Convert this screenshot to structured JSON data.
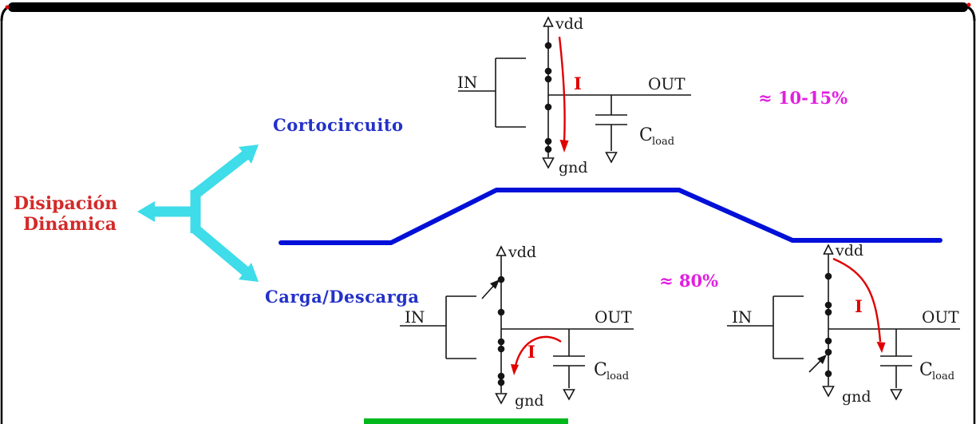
{
  "heading": {
    "line1": "Disipación",
    "line2": "Dinámica"
  },
  "branches": {
    "shortcircuit": {
      "label": "Cortocircuito",
      "percent": "≈ 10-15%"
    },
    "charge_discharge": {
      "label": "Carga/Descarga",
      "percent": "≈ 80%"
    }
  },
  "circuits": {
    "shortcircuit": {
      "vdd": "vdd",
      "gnd": "gnd",
      "in": "IN",
      "out": "OUT",
      "cap": "C",
      "cap_sub": "load",
      "current": "I"
    },
    "charge": {
      "vdd": "vdd",
      "gnd": "gnd",
      "in": "IN",
      "out": "OUT",
      "cap": "C",
      "cap_sub": "load",
      "current": "I"
    },
    "discharge": {
      "vdd": "vdd",
      "gnd": "gnd",
      "in": "IN",
      "out": "OUT",
      "cap": "C",
      "cap_sub": "load",
      "current": "I"
    }
  },
  "colors": {
    "heading_red": "#d32a2a",
    "branch_blue": "#2431c8",
    "waveform_blue": "#0010d8",
    "arrow_cyan": "#3fdce9",
    "percent_magenta": "#e020e0",
    "current_red": "#e00000",
    "bottom_bar_green": "#00b81e",
    "frame_black": "#000000",
    "corner_dot_red": "#e00000"
  }
}
